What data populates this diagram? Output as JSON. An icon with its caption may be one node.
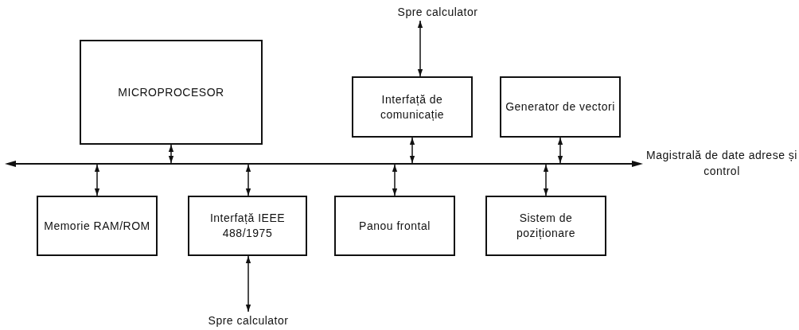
{
  "diagram": {
    "nodes": [
      {
        "text": [
          "Spre calculator"
        ]
      },
      {
        "text": [
          "MICROPROCESOR"
        ]
      },
      {
        "text": [
          "Interfață de comunicație"
        ]
      },
      {
        "text": [
          "Generator de vectori"
        ]
      },
      {
        "text": [],
        "shape": "bar",
        "beside": [
          "Magistrală de date adrese și control"
        ]
      },
      {
        "text": [
          "Memorie RAM/ROM"
        ]
      },
      {
        "text": [
          "Interfață IEEE 488/1975"
        ]
      },
      {
        "text": [
          "Panou frontal"
        ]
      },
      {
        "text": [
          "Sistem de poziționare"
        ]
      },
      {
        "text": [
          "Spre calculator"
        ]
      }
    ],
    "edges": [
      {
        "from": 0,
        "to": 2,
        "arrow": "both"
      },
      {
        "from": 1,
        "to": 4,
        "arrow": "both"
      },
      {
        "from": 2,
        "to": 4,
        "arrow": "both"
      },
      {
        "from": 3,
        "to": 4,
        "arrow": "both"
      },
      {
        "from": 4,
        "to": 5,
        "arrow": "both"
      },
      {
        "from": 4,
        "to": 6,
        "arrow": "both"
      },
      {
        "from": 4,
        "to": 7,
        "arrow": "both"
      },
      {
        "from": 4,
        "to": 8,
        "arrow": "both"
      },
      {
        "from": 6,
        "to": 9,
        "arrow": "both"
      }
    ]
  }
}
